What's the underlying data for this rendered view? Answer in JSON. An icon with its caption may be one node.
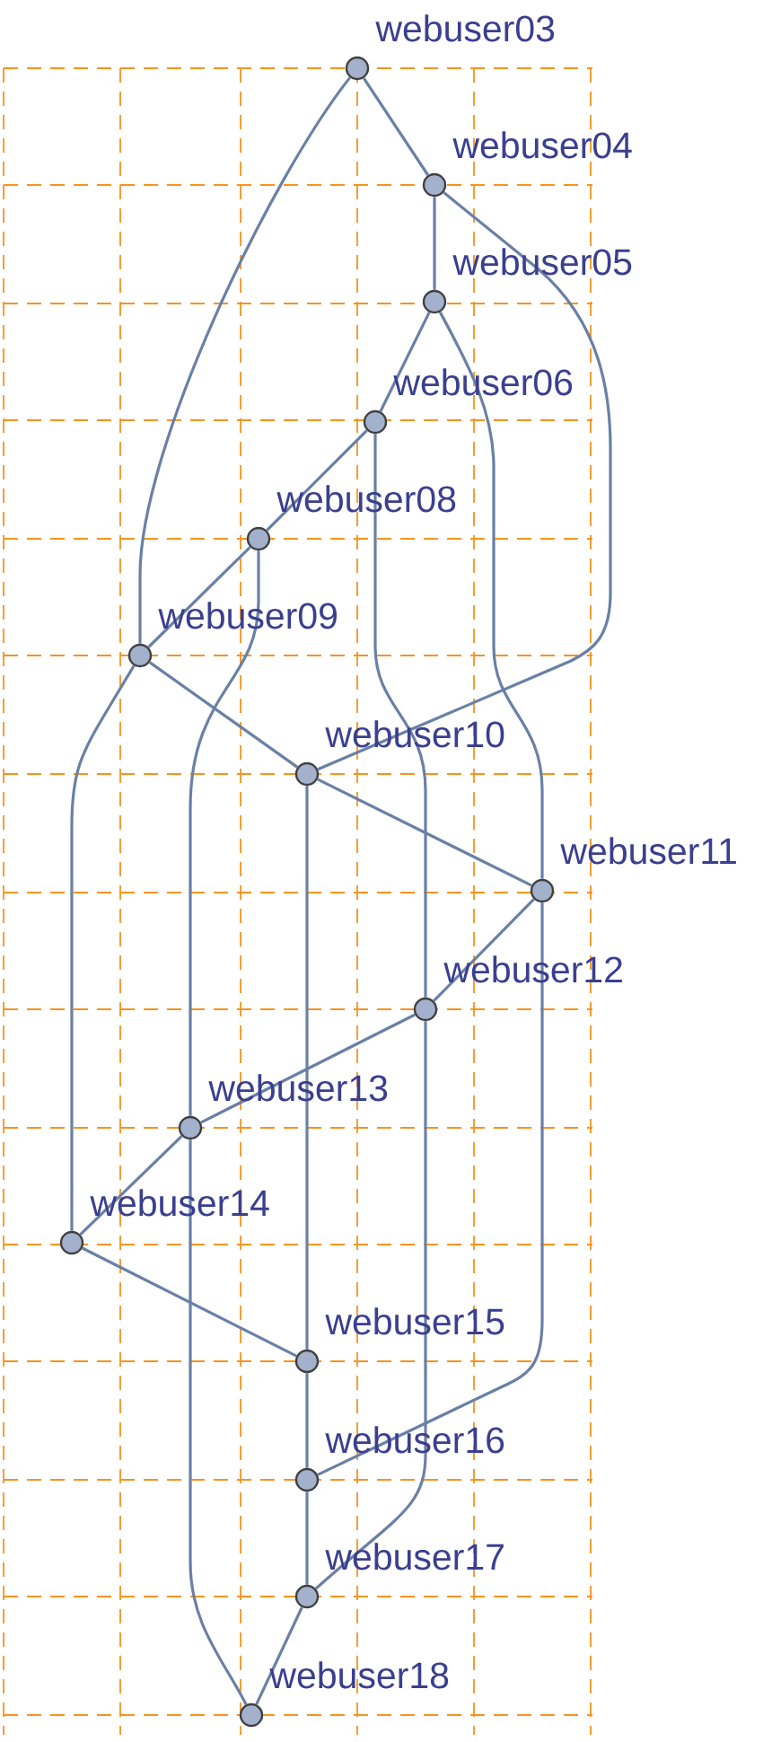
{
  "diagram": {
    "nodes": [
      {
        "text": [],
        "shape": "circle",
        "beside": [
          "webuser03"
        ]
      },
      {
        "text": [],
        "shape": "circle",
        "beside": [
          "webuser04"
        ]
      },
      {
        "text": [],
        "shape": "circle",
        "beside": [
          "webuser05"
        ]
      },
      {
        "text": [],
        "shape": "circle",
        "beside": [
          "webuser06"
        ]
      },
      {
        "text": [],
        "shape": "circle",
        "beside": [
          "webuser08"
        ]
      },
      {
        "text": [],
        "shape": "circle",
        "beside": [
          "webuser09"
        ]
      },
      {
        "text": [],
        "shape": "circle",
        "beside": [
          "webuser10"
        ]
      },
      {
        "text": [],
        "shape": "circle",
        "beside": [
          "webuser11"
        ]
      },
      {
        "text": [],
        "shape": "circle",
        "beside": [
          "webuser12"
        ]
      },
      {
        "text": [],
        "shape": "circle",
        "beside": [
          "webuser13"
        ]
      },
      {
        "text": [],
        "shape": "circle",
        "beside": [
          "webuser14"
        ]
      },
      {
        "text": [],
        "shape": "circle",
        "beside": [
          "webuser15"
        ]
      },
      {
        "text": [],
        "shape": "circle",
        "beside": [
          "webuser16"
        ]
      },
      {
        "text": [],
        "shape": "circle",
        "beside": [
          "webuser17"
        ]
      },
      {
        "text": [],
        "shape": "circle",
        "beside": [
          "webuser18"
        ]
      }
    ],
    "edges": [
      {
        "from": 0,
        "to": 1,
        "arrow": "none"
      },
      {
        "from": 0,
        "to": 5,
        "arrow": "none"
      },
      {
        "from": 1,
        "to": 2,
        "arrow": "none"
      },
      {
        "from": 1,
        "to": 6,
        "arrow": "none"
      },
      {
        "from": 2,
        "to": 3,
        "arrow": "none"
      },
      {
        "from": 2,
        "to": 7,
        "arrow": "none"
      },
      {
        "from": 3,
        "to": 4,
        "arrow": "none"
      },
      {
        "from": 3,
        "to": 8,
        "arrow": "none"
      },
      {
        "from": 4,
        "to": 5,
        "arrow": "none"
      },
      {
        "from": 4,
        "to": 9,
        "arrow": "none"
      },
      {
        "from": 5,
        "to": 6,
        "arrow": "none"
      },
      {
        "from": 5,
        "to": 10,
        "arrow": "none"
      },
      {
        "from": 6,
        "to": 7,
        "arrow": "none"
      },
      {
        "from": 6,
        "to": 11,
        "arrow": "none"
      },
      {
        "from": 7,
        "to": 8,
        "arrow": "none"
      },
      {
        "from": 7,
        "to": 12,
        "arrow": "none"
      },
      {
        "from": 8,
        "to": 9,
        "arrow": "none"
      },
      {
        "from": 8,
        "to": 13,
        "arrow": "none"
      },
      {
        "from": 9,
        "to": 10,
        "arrow": "none"
      },
      {
        "from": 9,
        "to": 14,
        "arrow": "none"
      },
      {
        "from": 10,
        "to": 11,
        "arrow": "none"
      },
      {
        "from": 11,
        "to": 12,
        "arrow": "none"
      },
      {
        "from": 12,
        "to": 13,
        "arrow": "none"
      },
      {
        "from": 13,
        "to": 14,
        "arrow": "none"
      }
    ]
  }
}
